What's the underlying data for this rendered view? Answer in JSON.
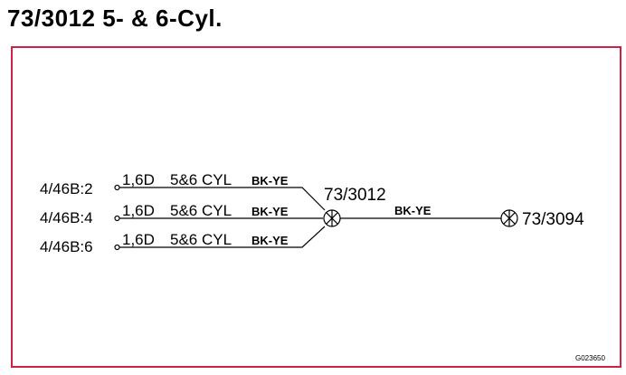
{
  "title": "73/3012 5- & 6-Cyl.",
  "frame_color": "#cc2244",
  "inputs": [
    {
      "connector": "4/46B:2",
      "size": "1,6D",
      "function": "5&6 CYL",
      "color": "BK-YE"
    },
    {
      "connector": "4/46B:4",
      "size": "1,6D",
      "function": "5&6 CYL",
      "color": "BK-YE"
    },
    {
      "connector": "4/46B:6",
      "size": "1,6D",
      "function": "5&6 CYL",
      "color": "BK-YE"
    }
  ],
  "splice": {
    "label": "73/3012",
    "icon": "splice-crossed-circle-icon"
  },
  "output": {
    "color": "BK-YE",
    "target": "73/3094",
    "icon": "connector-crossed-circle-icon"
  },
  "reference": "G023650"
}
